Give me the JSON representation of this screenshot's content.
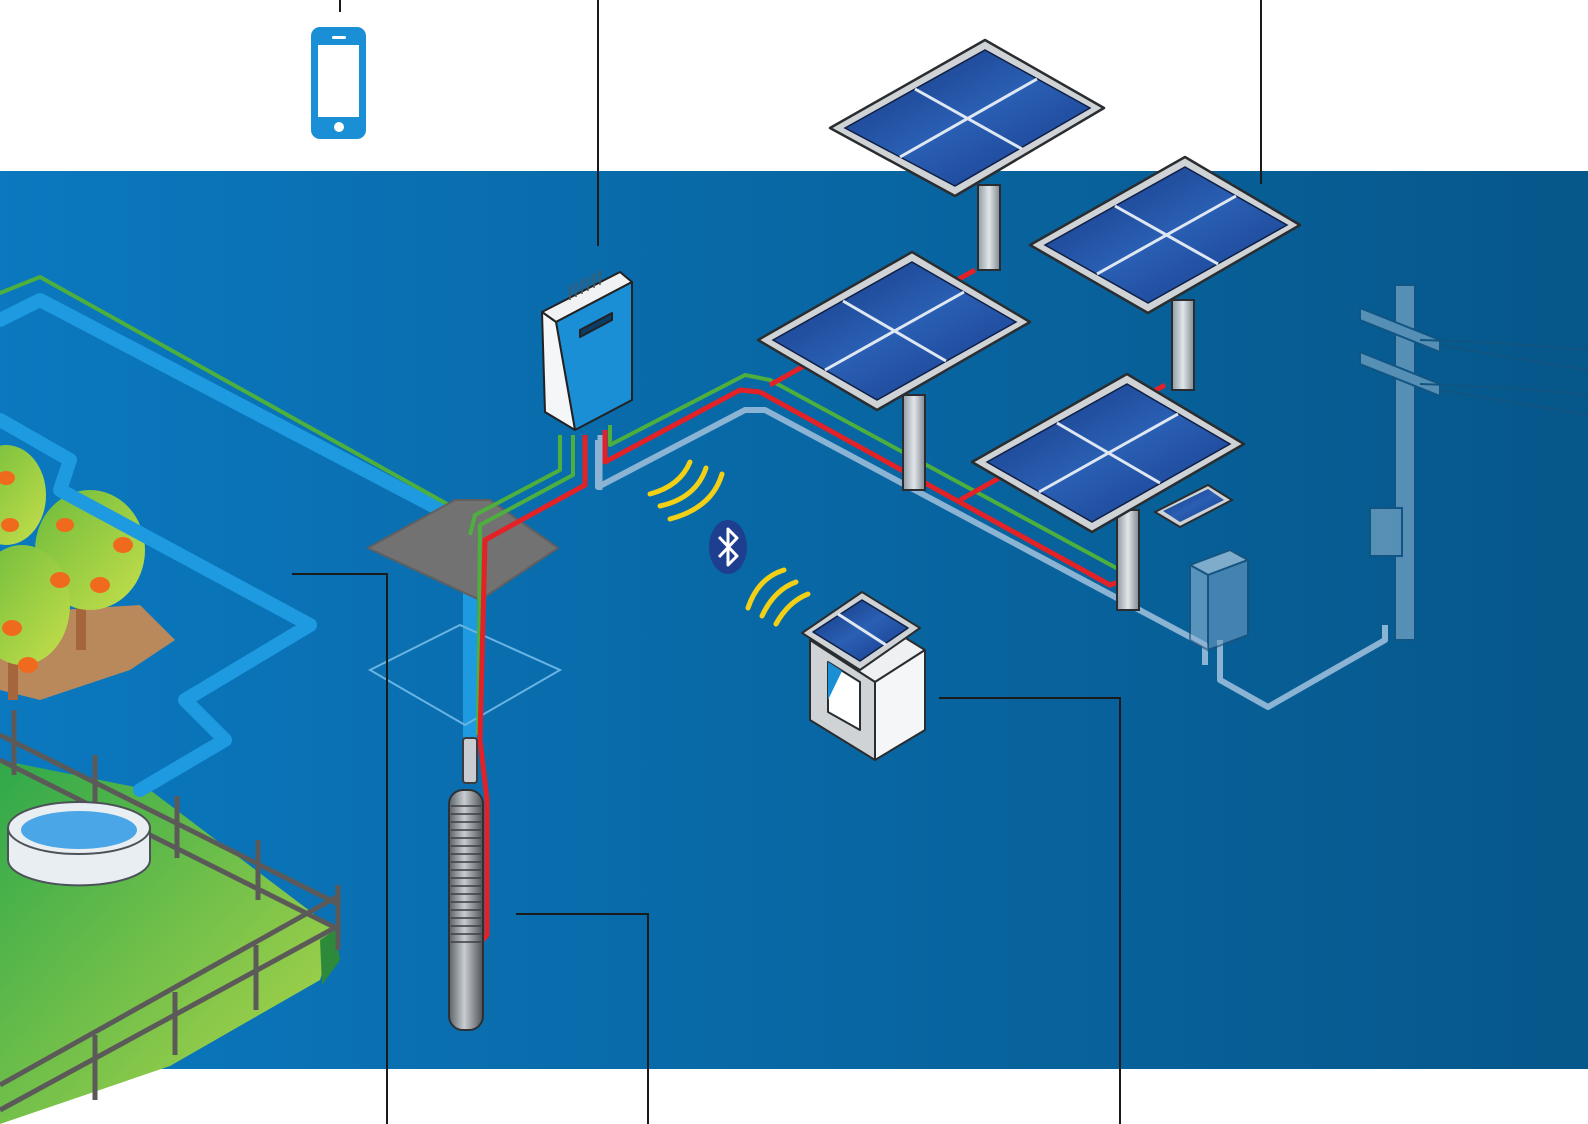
{
  "diagram": {
    "type": "solar-pumping-system-illustration",
    "colors": {
      "background_top": "#ffffff",
      "panel_blue_left": "#0b78bf",
      "panel_blue_right": "#06578a",
      "cable_green": "#4caf3e",
      "cable_red": "#e32227",
      "pipe_light_blue": "#1e9ae0",
      "grid_pipe": "#8bb3d3",
      "signal_yellow": "#f2d016",
      "bluetooth_navy": "#1e3f8f",
      "leader_line": "#1a1a1a",
      "field_green": "#7cc242",
      "solar_cell": "#1b3f8f"
    },
    "components": [
      {
        "id": "smartphone",
        "icon": "smartphone-icon"
      },
      {
        "id": "pump-controller",
        "icon": "controller-box-icon"
      },
      {
        "id": "solar-array",
        "icon": "solar-panel-icon",
        "panel_count": 4
      },
      {
        "id": "utility-grid",
        "icon": "power-pole-icon"
      },
      {
        "id": "grid-switch-box",
        "icon": "switch-box-icon"
      },
      {
        "id": "well-head",
        "icon": "well-head-icon"
      },
      {
        "id": "submersible-pump",
        "icon": "submersible-pump-icon"
      },
      {
        "id": "level-sensor-box",
        "icon": "sensor-box-icon"
      },
      {
        "id": "bluetooth-link",
        "icon": "bluetooth-icon"
      },
      {
        "id": "farm",
        "icon": "orchard-icon"
      },
      {
        "id": "water-tank",
        "icon": "water-tank-icon"
      }
    ],
    "callouts": [
      {
        "target": "smartphone",
        "label": ""
      },
      {
        "target": "pump-controller",
        "label": ""
      },
      {
        "target": "solar-array",
        "label": ""
      },
      {
        "target": "water-distribution",
        "label": ""
      },
      {
        "target": "submersible-pump",
        "label": ""
      },
      {
        "target": "level-sensor-box",
        "label": ""
      }
    ]
  }
}
